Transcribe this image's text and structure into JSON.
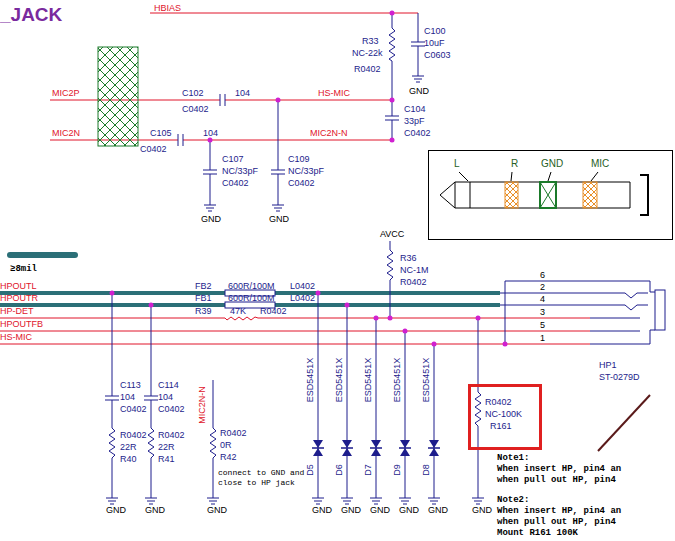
{
  "diagram": {
    "title": "_JACK",
    "nodes": [
      {
        "text": [
          "L",
          "R",
          "GND",
          "MIC"
        ]
      },
      {
        "text": [
          "R0402",
          "NC-100K",
          "R161"
        ]
      }
    ],
    "labels": [
      "HBIAS",
      "C100",
      "10uF",
      "C0603",
      "R33",
      "NC-22k",
      "R0402",
      "GND",
      "C102",
      "104",
      "HS-MIC",
      "C104",
      "33pF",
      "C0402",
      "MIC2P",
      "C0402",
      "MIC2N",
      "C105",
      "104",
      "C0402",
      "MIC2N-N",
      "C107",
      "NC/33pF",
      "C0402",
      "C109",
      "NC/33pF",
      "C0402",
      "GND",
      "GND",
      "≥8mil",
      "AVCC",
      "R36",
      "NC-1M",
      "R0402",
      "6",
      "HPOUTL",
      "FB2",
      "600R/100M",
      "L0402",
      "2",
      "HPOUTR",
      "FB1",
      "600R/100M",
      "L0402",
      "4",
      "HP-DET",
      "R39",
      "47K",
      "R0402",
      "3",
      "HPOUTFB",
      "5",
      "HS-MIC",
      "1",
      "HP1",
      "ST-0279D",
      "C113",
      "104",
      "C0402",
      "C114",
      "104",
      "C0402",
      "MIC2N-N",
      "R0402",
      "22R",
      "R40",
      "R0402",
      "22R",
      "R41",
      "R0402",
      "0R",
      "R42",
      "connect to GND and close to HP jack",
      "ESD5451X",
      "ESD5451X",
      "ESD5451X",
      "ESD5451X",
      "ESD5451X",
      "D5",
      "D6",
      "D7",
      "D9",
      "D8",
      "GND",
      "GND",
      "GND",
      "GND",
      "GND",
      "GND",
      "GND",
      "GND",
      "GND",
      "Note1:",
      "When insert HP, pin4 an",
      "when pull out HP, pin4",
      "Note2:",
      "When insert HP, pin4 an",
      "when pull out HP, pin4",
      "Mount R161 100K"
    ]
  }
}
